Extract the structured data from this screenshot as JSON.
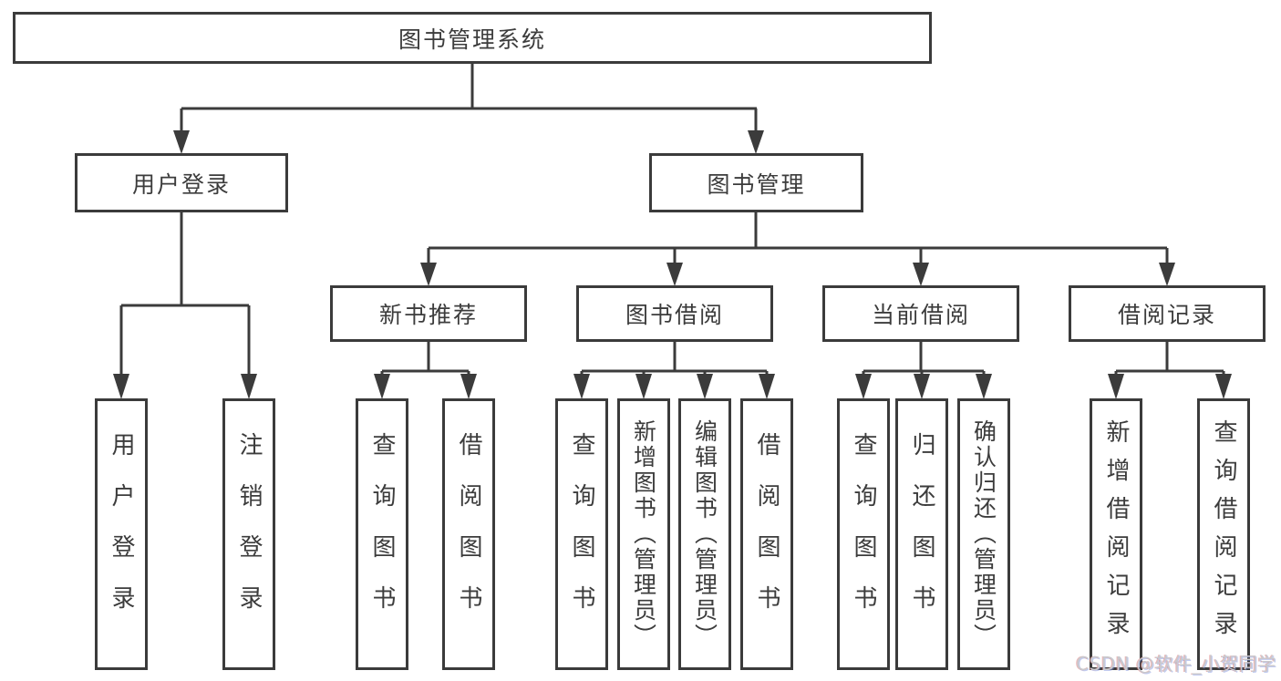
{
  "colors": {
    "line": "#3b3b3b",
    "text": "#3c3c3c",
    "watermark": "#c9c9cd"
  },
  "tree": {
    "root": {
      "label": "图书管理系统"
    },
    "branches": [
      {
        "label": "用户登录",
        "children": [
          {
            "label": "用户登录"
          },
          {
            "label": "注销登录"
          }
        ]
      },
      {
        "label": "图书管理",
        "children": [
          {
            "label": "新书推荐",
            "children": [
              {
                "label": "查询图书"
              },
              {
                "label": "借阅图书"
              }
            ]
          },
          {
            "label": "图书借阅",
            "children": [
              {
                "label": "查询图书"
              },
              {
                "label": "新增图书（管理员）"
              },
              {
                "label": "编辑图书（管理员）"
              },
              {
                "label": "借阅图书"
              }
            ]
          },
          {
            "label": "当前借阅",
            "children": [
              {
                "label": "查询图书"
              },
              {
                "label": "归还图书"
              },
              {
                "label": "确认归还（管理员）"
              }
            ]
          },
          {
            "label": "借阅记录",
            "children": [
              {
                "label": "新增借阅记录"
              },
              {
                "label": "查询借阅记录"
              }
            ]
          }
        ]
      }
    ]
  },
  "watermark": {
    "text": "CSDN @软件_小贺同学"
  }
}
